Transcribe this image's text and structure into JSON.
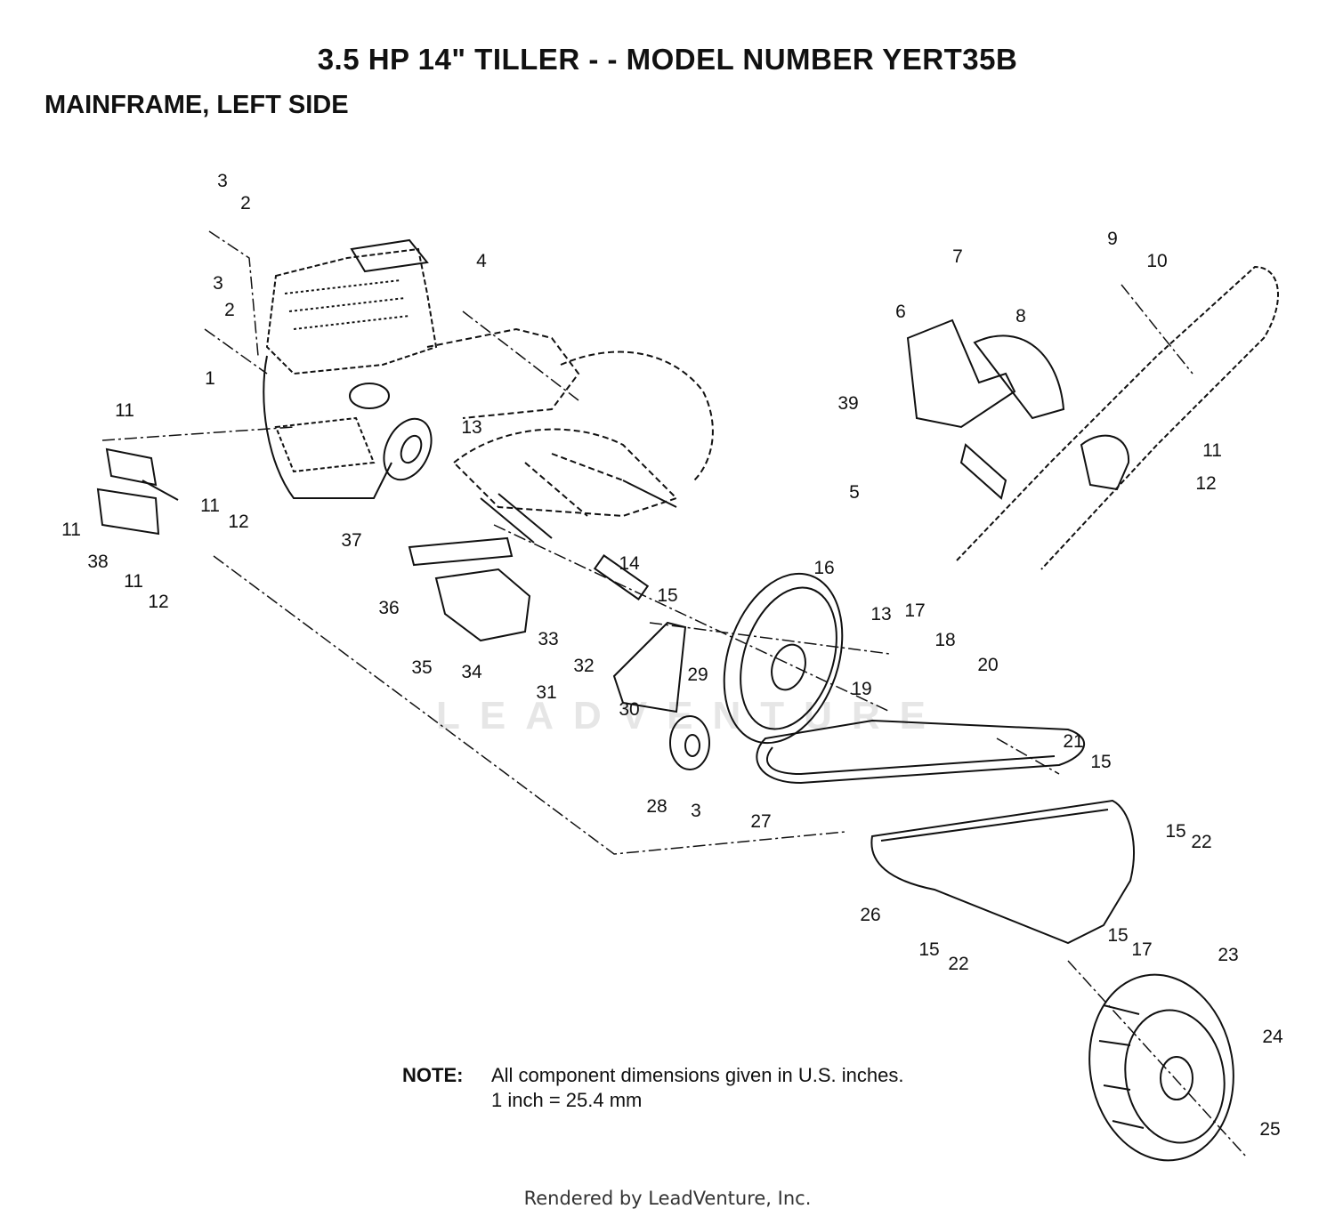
{
  "header": {
    "title": "3.5 HP 14\" TILLER - - MODEL NUMBER YERT35B",
    "subtitle": "MAINFRAME, LEFT SIDE"
  },
  "note": {
    "label": "NOTE:",
    "line1": "All component dimensions given in U.S. inches.",
    "line2": "1 inch = 25.4 mm"
  },
  "watermark": "LEADVENTURE",
  "footer": "Rendered by LeadVenture, Inc.",
  "callouts": [
    "3",
    "2",
    "3",
    "2",
    "1",
    "11",
    "13",
    "4",
    "11",
    "11",
    "12",
    "38",
    "11",
    "12",
    "37",
    "7",
    "9",
    "10",
    "6",
    "8",
    "39",
    "11",
    "12",
    "5",
    "14",
    "15",
    "16",
    "13",
    "17",
    "18",
    "20",
    "36",
    "33",
    "35",
    "34",
    "32",
    "29",
    "19",
    "31",
    "30",
    "21",
    "15",
    "28",
    "3",
    "27",
    "15",
    "22",
    "26",
    "15",
    "22",
    "15",
    "17",
    "23",
    "24",
    "25"
  ],
  "colors": {
    "ink": "#111111",
    "background": "#ffffff",
    "watermark": "#e6e6e6"
  }
}
